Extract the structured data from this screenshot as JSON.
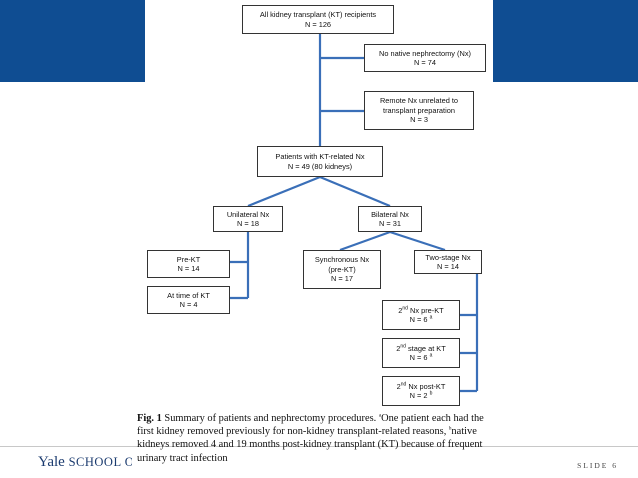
{
  "slide": {
    "footer_brand": "Yale",
    "footer_school": "SCHOOL OF MI",
    "slide_label": "SLIDE 6"
  },
  "diagram": {
    "all": {
      "line1": "All kidney transplant (KT) recipients",
      "line2": "N = 126"
    },
    "no_nx": {
      "line1": "No native nephrectomy (Nx)",
      "line2": "N = 74"
    },
    "remote": {
      "line1": "Remote Nx unrelated to",
      "line2": "transplant preparation",
      "line3": "N = 3"
    },
    "kt_related": {
      "line1": "Patients with KT-related Nx",
      "line2": "N = 49   (80 kidneys)"
    },
    "unilateral": {
      "line1": "Unilateral Nx",
      "line2": "N = 18"
    },
    "bilateral": {
      "line1": "Bilateral Nx",
      "line2": "N = 31"
    },
    "pre_kt": {
      "line1": "Pre-KT",
      "line2": "N = 14"
    },
    "at_time": {
      "line1": "At time of KT",
      "line2": "N = 4"
    },
    "synchronous": {
      "line1": "Synchronous Nx",
      "line2": "(pre-KT)",
      "line3": "N = 17"
    },
    "two_stage": {
      "line1": "Two-stage Nx",
      "line2": "N = 14"
    },
    "second_pre": {
      "sup": "nd",
      "rest": " Nx pre-KT",
      "prefix": "2",
      "n": "N = 6",
      "mark": "a"
    },
    "second_at": {
      "sup": "nd",
      "rest": " stage at KT",
      "prefix": "2",
      "n": "N = 6",
      "mark": "a"
    },
    "second_post": {
      "sup": "nd",
      "rest": " Nx post-KT",
      "prefix": "2",
      "n": "N = 2",
      "mark": "b"
    }
  },
  "caption": {
    "fig": "Fig. 1",
    "text1": " Summary of patients and nephrectomy procedures. ",
    "mark_a": "a",
    "text2": "One patient each had the first kidney removed previously for non-kidney transplant-related reasons, ",
    "mark_b": "b",
    "text3": "native kidneys removed 4 and 19 months post-kidney transplant (KT) because of frequent urinary tract infection"
  },
  "colors": {
    "band": "#0f4d92",
    "connector": "#3a6fb8"
  }
}
